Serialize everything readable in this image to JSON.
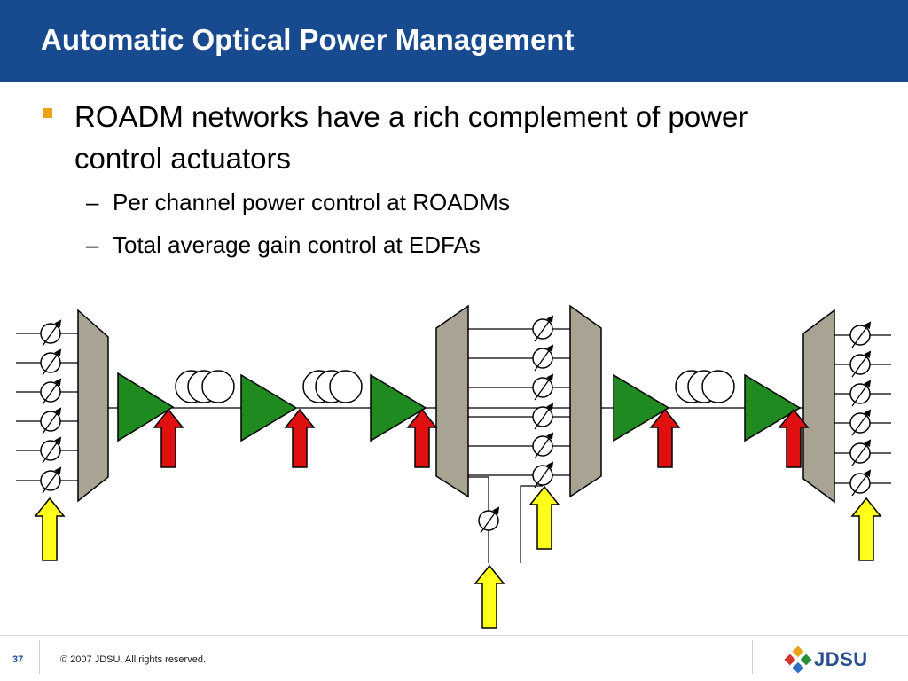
{
  "slide": {
    "title": "Automatic Optical Power Management",
    "bullet": "ROADM networks have a rich complement of power control actuators",
    "sub_bullets": [
      "Per channel power control at ROADMs",
      "Total average gain control at EDFAs"
    ]
  },
  "footer": {
    "page_number": "37",
    "copyright": "© 2007 JDSU. All rights reserved.",
    "logo": "JDSU"
  },
  "colors": {
    "title_bar": "#174a8f",
    "bullet": "#e8a317",
    "mux": "#a9a394",
    "amplifier": "#1f8a1f",
    "edfa_control_arrow": "#e01010",
    "channel_control_arrow": "#ffff1a"
  },
  "icons": [
    "mux-trapezoid",
    "edfa-amplifier-triangle",
    "fiber-spool",
    "variable-attenuator",
    "red-up-arrow",
    "yellow-up-arrow"
  ]
}
